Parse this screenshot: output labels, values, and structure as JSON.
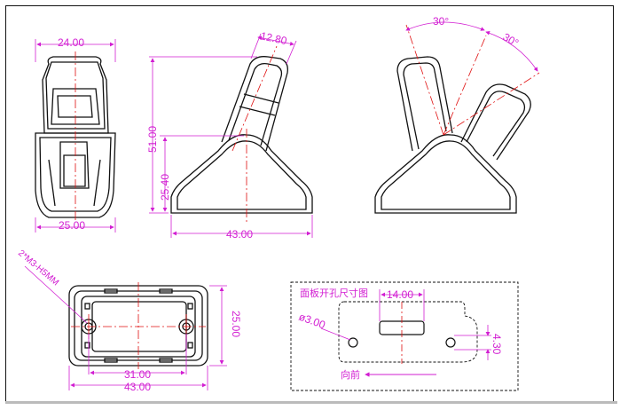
{
  "front_view": {
    "width_top": "24.00",
    "width_bottom": "25.00"
  },
  "side_view": {
    "height_total": "51.00",
    "height_base": "25.40",
    "width_base": "43.00",
    "head_width": "12.80"
  },
  "tilt_view": {
    "angle_left": "30°",
    "angle_right": "30°"
  },
  "bottom_view": {
    "screw_note": "2*M3-H5MM",
    "hole_spacing": "31.00",
    "width": "43.00",
    "height": "25.00"
  },
  "cutout": {
    "title": "面板开孔尺寸图",
    "slot_width": "14.00",
    "hole_dia": "ø3.00",
    "slot_height": "4.30",
    "direction": "向前"
  },
  "colors": {
    "dimension": "#d21ed2",
    "centerline": "#e01010",
    "outline": "#111111"
  }
}
